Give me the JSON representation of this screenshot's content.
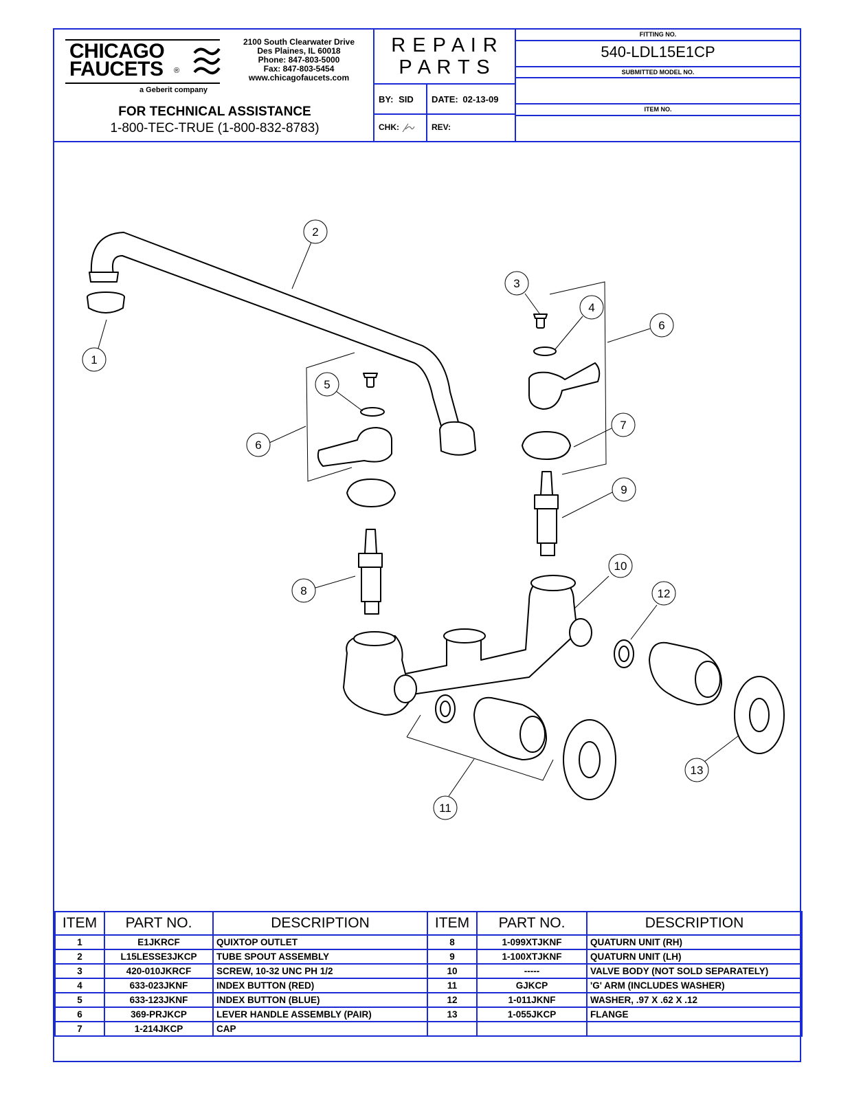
{
  "company": {
    "name_line1": "CHICAGO",
    "name_line2": "FAUCETS",
    "registered": "®",
    "tagline": "a Geberit company",
    "address1": "2100 South Clearwater Drive",
    "address2": "Des Plaines, IL 60018",
    "phone": "Phone: 847-803-5000",
    "fax": "Fax: 847-803-5454",
    "web": "www.chicagofaucets.com",
    "assist_title": "FOR TECHNICAL ASSISTANCE",
    "assist_phone": "1-800-TEC-TRUE (1-800-832-8783)"
  },
  "title_block": {
    "line1": "R E P A I R",
    "line2": "P A R T S",
    "by_label": "BY:",
    "by_value": "SID",
    "date_label": "DATE:",
    "date_value": "02-13-09",
    "chk_label": "CHK:",
    "rev_label": "REV:"
  },
  "fitting": {
    "fitting_label": "FITTING NO.",
    "fitting_value": "540-LDL15E1CP",
    "model_label": "SUBMITTED MODEL NO.",
    "model_value": "",
    "item_label": "ITEM NO.",
    "item_value": ""
  },
  "callouts": [
    "1",
    "2",
    "3",
    "4",
    "5",
    "6",
    "6",
    "7",
    "8",
    "9",
    "10",
    "11",
    "12",
    "13"
  ],
  "parts_table": {
    "headers": [
      "ITEM",
      "PART NO.",
      "DESCRIPTION",
      "ITEM",
      "PART NO.",
      "DESCRIPTION"
    ],
    "left": [
      {
        "item": "1",
        "part": "E1JKRCF",
        "desc": "QUIXTOP OUTLET"
      },
      {
        "item": "2",
        "part": "L15LESSE3JKCP",
        "desc": "TUBE SPOUT ASSEMBLY"
      },
      {
        "item": "3",
        "part": "420-010JKRCF",
        "desc": "SCREW, 10-32 UNC PH 1/2"
      },
      {
        "item": "4",
        "part": "633-023JKNF",
        "desc": "INDEX BUTTON (RED)"
      },
      {
        "item": "5",
        "part": "633-123JKNF",
        "desc": "INDEX BUTTON (BLUE)"
      },
      {
        "item": "6",
        "part": "369-PRJKCP",
        "desc": "LEVER HANDLE ASSEMBLY (PAIR)"
      },
      {
        "item": "7",
        "part": "1-214JKCP",
        "desc": "CAP"
      }
    ],
    "right": [
      {
        "item": "8",
        "part": "1-099XTJKNF",
        "desc": "QUATURN UNIT (RH)"
      },
      {
        "item": "9",
        "part": "1-100XTJKNF",
        "desc": "QUATURN UNIT (LH)"
      },
      {
        "item": "10",
        "part": "-----",
        "desc": "VALVE BODY (NOT SOLD SEPARATELY)"
      },
      {
        "item": "11",
        "part": "GJKCP",
        "desc": "'G' ARM (INCLUDES WASHER)"
      },
      {
        "item": "12",
        "part": "1-011JKNF",
        "desc": "WASHER, .97  X .62 X .12"
      },
      {
        "item": "13",
        "part": "1-055JKCP",
        "desc": "FLANGE"
      },
      {
        "item": "",
        "part": "",
        "desc": ""
      }
    ]
  }
}
